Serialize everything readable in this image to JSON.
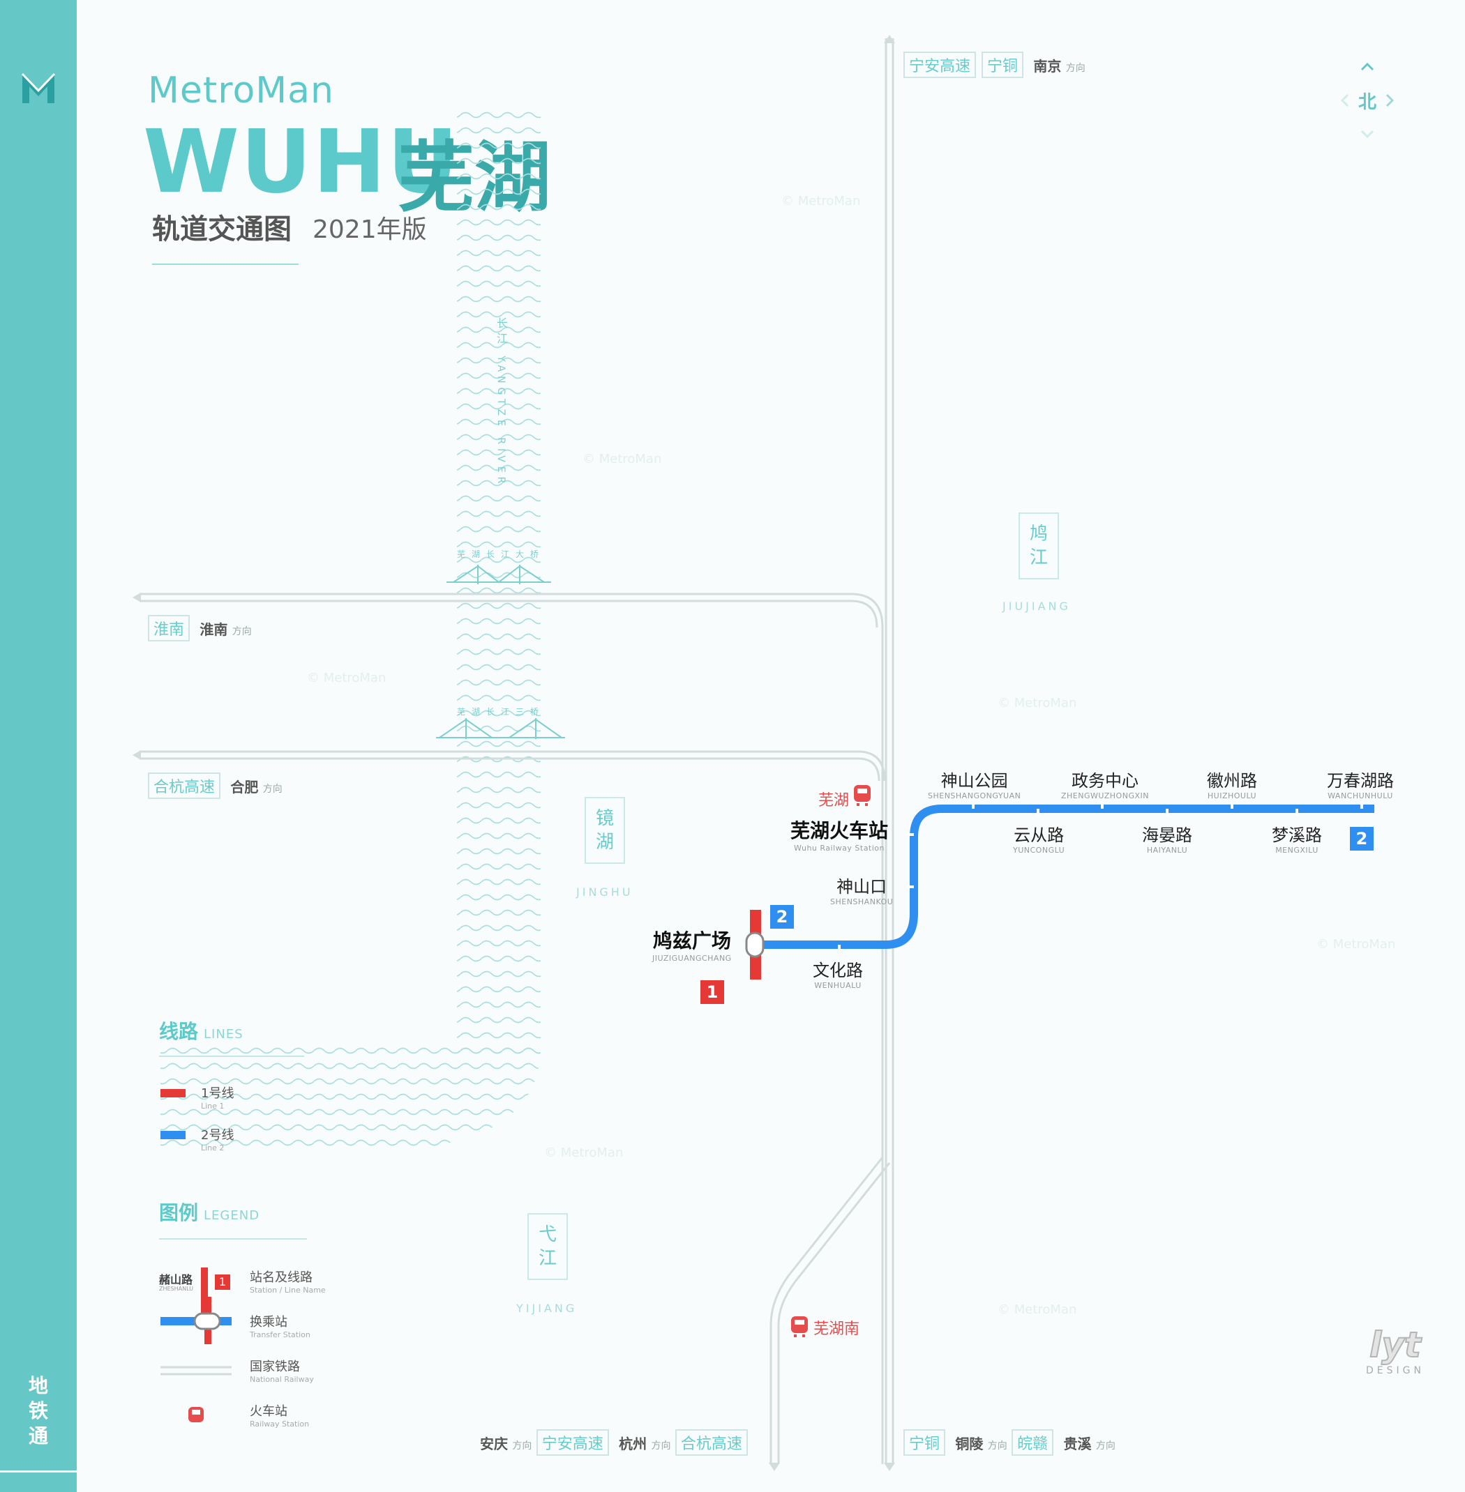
{
  "brand": "MetroMan",
  "title": {
    "city_en": "WUHU",
    "city_zh": "芜湖",
    "subtitle": "轨道交通图",
    "edition": "2021年版"
  },
  "sidebar": {
    "app_name_chars": [
      "地",
      "铁",
      "通"
    ],
    "logo_icon": "metroman-m-logo"
  },
  "compass": {
    "north": "北",
    "icons": [
      "chevron-up-icon",
      "chevron-left-icon",
      "chevron-right-icon",
      "chevron-down-icon"
    ]
  },
  "directions": {
    "top": {
      "boxes": [
        "宁安高速",
        "宁铜"
      ],
      "city": "南京",
      "suffix": "方向"
    },
    "west_upper": {
      "boxes": [
        "淮南"
      ],
      "city": "淮南",
      "suffix": "方向"
    },
    "west_lower": {
      "boxes": [
        "合杭高速"
      ],
      "city": "合肥",
      "suffix": "方向"
    },
    "bottom_left": {
      "city1": "安庆",
      "suffix1": "方向",
      "box1": "宁安高速",
      "city2": "杭州",
      "suffix2": "方向",
      "box2": "合杭高速"
    },
    "bottom_right": {
      "box1": "宁铜",
      "city1": "铜陵",
      "suffix1": "方向",
      "box2": "皖赣",
      "city2": "贵溪",
      "suffix2": "方向"
    }
  },
  "river": {
    "name_zh": "长江",
    "name_en": "YANGTZE RIVER",
    "bridge1": "芜湖长江大桥",
    "bridge2": "芜湖长江三桥"
  },
  "lakes": [
    {
      "zh": "鸠江",
      "en": "JIUJIANG"
    },
    {
      "zh": "镜湖",
      "en": "JINGHU"
    },
    {
      "zh": "弋江",
      "en": "YIJIANG"
    }
  ],
  "railway_stations": {
    "wuhu": "芜湖",
    "wuhu_south": "芜湖南"
  },
  "stations": {
    "jiuzi": {
      "zh": "鸠兹广场",
      "en": "JIUZIGUANGCHANG"
    },
    "wenhua": {
      "zh": "文化路",
      "en": "WENHUALU"
    },
    "shenshankou": {
      "zh": "神山口",
      "en": "SHENSHANKOU"
    },
    "railway": {
      "zh": "芜湖火车站",
      "en": "Wuhu Railway Station"
    },
    "shenshan": {
      "zh": "神山公园",
      "en": "SHENSHANGONGYUAN"
    },
    "yuncong": {
      "zh": "云从路",
      "en": "YUNCONGLU"
    },
    "zhengwu": {
      "zh": "政务中心",
      "en": "ZHENGWUZHONGXIN"
    },
    "haiyan": {
      "zh": "海晏路",
      "en": "HAIYANLU"
    },
    "huizhou": {
      "zh": "徽州路",
      "en": "HUIZHOULU"
    },
    "mengxi": {
      "zh": "梦溪路",
      "en": "MENGXILU"
    },
    "wanchun": {
      "zh": "万春湖路",
      "en": "WANCHUNHULU"
    }
  },
  "line_badges": {
    "line1": "1",
    "line2": "2"
  },
  "lines_section": {
    "title_zh": "线路",
    "title_en": "LINES",
    "items": [
      {
        "zh": "1号线",
        "en": "Line 1",
        "color": "#e53935"
      },
      {
        "zh": "2号线",
        "en": "Line 2",
        "color": "#2f8ff0"
      }
    ]
  },
  "legend_section": {
    "title_zh": "图例",
    "title_en": "LEGEND",
    "example_station": {
      "zh": "赭山路",
      "en": "ZHESHANLU",
      "badge": "1"
    },
    "items": [
      {
        "zh": "站名及线路",
        "en": "Station / Line Name"
      },
      {
        "zh": "换乘站",
        "en": "Transfer Station"
      },
      {
        "zh": "国家铁路",
        "en": "National Railway"
      },
      {
        "zh": "火车站",
        "en": "Railway Station"
      }
    ]
  },
  "watermark": "© MetroMan",
  "design_credit": {
    "logo": "lyt",
    "text": "DESIGN"
  },
  "colors": {
    "accent": "#66c7c7",
    "line1": "#e53935",
    "line2": "#2f8ff0",
    "rail": "#d5dede",
    "railway_icon": "#e74c4c"
  }
}
